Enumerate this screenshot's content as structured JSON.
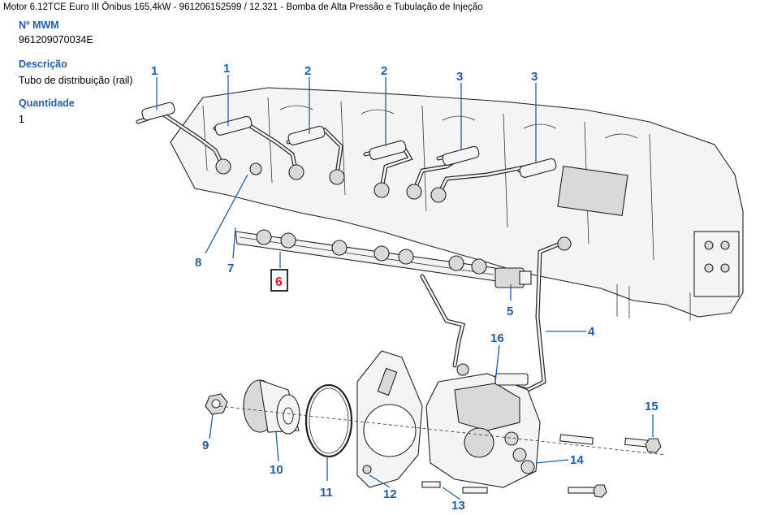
{
  "header": {
    "breadcrumb": "Motor 6.12TCE Euro III Ônibus 165,4kW - 961206152599  /  12.321 - Bomba de Alta Pressão e Tubulação de Injeção"
  },
  "fields": [
    {
      "label": "Nº MWM",
      "value": "961209070034E"
    },
    {
      "label": "Descrição",
      "value": "Tubo de distribuição (rail)"
    },
    {
      "label": "Quantidade",
      "value": "1"
    }
  ],
  "diagram": {
    "callouts": [
      "1",
      "1",
      "2",
      "2",
      "3",
      "3",
      "4",
      "5",
      "6",
      "7",
      "8",
      "9",
      "10",
      "11",
      "12",
      "13",
      "14",
      "15",
      "16"
    ],
    "highlighted": "6",
    "colors": {
      "callout": "#1f5fa8",
      "highlight": "#e0141e",
      "line": "#222222"
    }
  }
}
